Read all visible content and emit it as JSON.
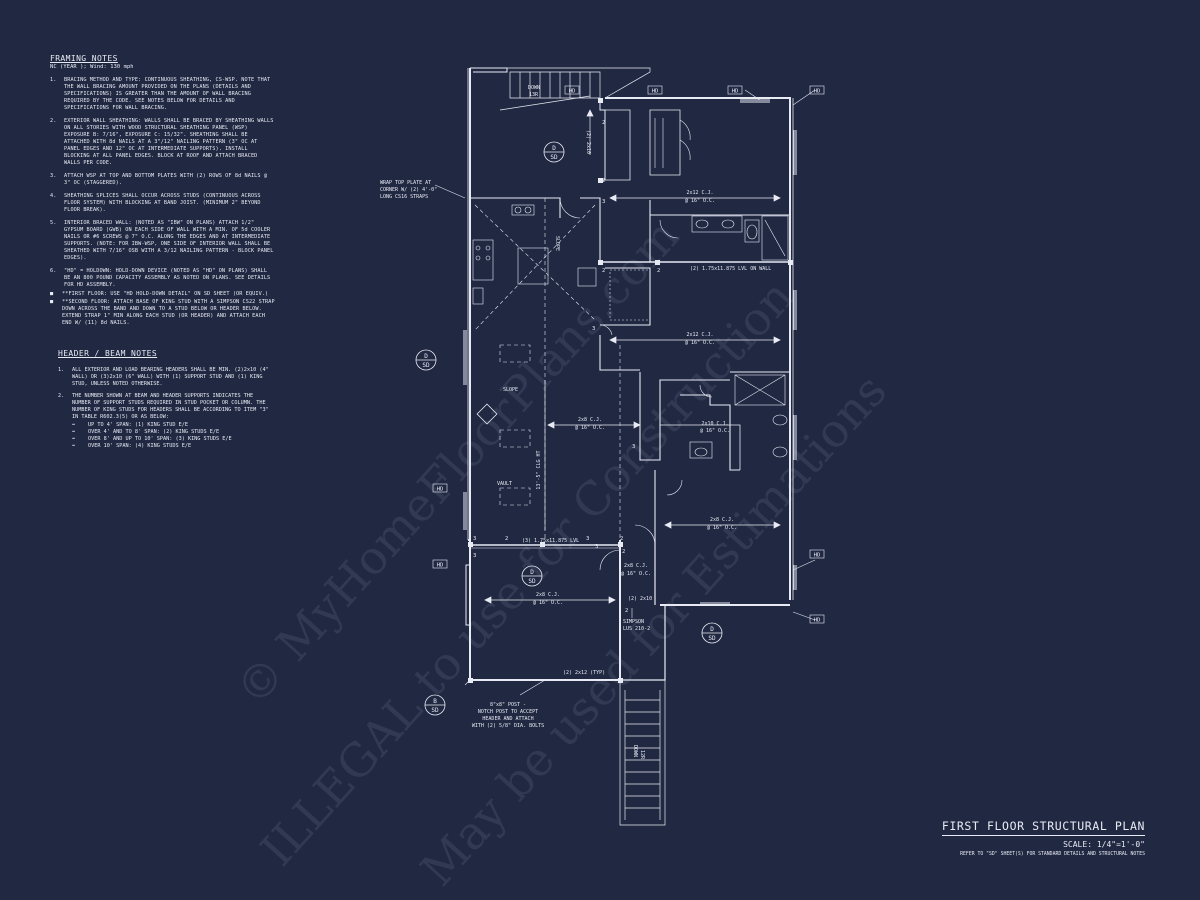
{
  "framing_notes": {
    "title": "FRAMING NOTES",
    "subtitle": "NC (YEAR ); Wind: 130 mph",
    "items": [
      {
        "num": "1.",
        "text": "BRACING METHOD AND TYPE: CONTINUOUS SHEATHING, CS-WSP. NOTE THAT THE WALL BRACING AMOUNT PROVIDED ON THE PLANS (DETAILS AND SPECIFICATIONS) IS GREATER THAN THE AMOUNT OF WALL BRACING REQUIRED BY THE CODE. SEE NOTES BELOW FOR DETAILS AND SPECIFICATIONS FOR WALL BRACING."
      },
      {
        "num": "2.",
        "text": "EXTERIOR WALL SHEATHING: WALLS SHALL BE BRACED BY SHEATHING WALLS ON ALL STORIES WITH WOOD STRUCTURAL SHEATHING PANEL (WSP) EXPOSURE B: 7/16\", EXPOSURE C: 15/32\". SHEATHING SHALL BE ATTACHED WITH 8d NAILS AT A 3\"/12\" NAILING PATTERN (3\" OC AT PANEL EDGES AND 12\" OC AT INTERMEDIATE SUPPORTS). INSTALL BLOCKING AT ALL PANEL EDGES. BLOCK AT ROOF AND ATTACH BRACED WALLS PER CODE."
      },
      {
        "num": "3.",
        "text": "ATTACH WSP AT TOP AND BOTTOM PLATES WITH (2) ROWS OF 8d NAILS @ 3\" OC (STAGGERED)."
      },
      {
        "num": "4.",
        "text": "SHEATHING SPLICES SHALL OCCUR ACROSS STUDS (CONTINUOUS ACROSS FLOOR SYSTEM) WITH BLOCKING AT BAND JOIST. (MINIMUM 2\" BEYOND FLOOR BREAK)."
      },
      {
        "num": "5.",
        "text": "INTERIOR BRACED WALL: (NOTED AS \"IBW\" ON PLANS) ATTACH 1/2\" GYPSUM BOARD (GWB) ON EACH SIDE OF WALL WITH A MIN. OF 5d COOLER NAILS OR #6 SCREWS @ 7\" O.C. ALONG THE EDGES AND AT INTERMEDIATE SUPPORTS. (NOTE: FOR IBW-WSP, ONE SIDE OF INTERIOR WALL SHALL BE SHEATHED WITH 7/16\" OSB WITH A 3/12 NAILING PATTERN - BLOCK PANEL EDGES)."
      },
      {
        "num": "6.",
        "text": "\"HD\" = HOLDOWN: HOLD-DOWN DEVICE (NOTED AS \"HD\" ON PLANS) SHALL BE AN 800 POUND CAPACITY ASSEMBLY AS NOTED ON PLANS. SEE DETAILS FOR HD ASSEMBLY."
      }
    ],
    "bullets": [
      "**FIRST FLOOR: USE \"HD HOLD-DOWN DETAIL\" ON SD SHEET (OR EQUIV.)",
      "**SECOND FLOOR: ATTACH BASE OF KING STUD WITH A SIMPSON CS22 STRAP DOWN ACROSS THE BAND AND DOWN TO A STUD BELOW OR HEADER BELOW. EXTEND STRAP 1\" MIN ALONG EACH STUD (OR HEADER) AND ATTACH EACH END W/ (11) 8d NAILS."
    ]
  },
  "header_notes": {
    "title": "HEADER / BEAM NOTES",
    "items": [
      {
        "num": "1.",
        "text": "ALL EXTERIOR AND LOAD BEARING HEADERS SHALL BE MIN. (2)2x10 (4\" WALL) OR (3)2x10 (6\" WALL) WITH (1) SUPPORT STUD AND (1) KING STUD, UNLESS NOTED OTHERWISE."
      },
      {
        "num": "2.",
        "text": "THE NUMBER SHOWN AT BEAM AND HEADER SUPPORTS INDICATES THE NUMBER OF SUPPORT STUDS REQUIRED IN STUD POCKET OR COLUMN. THE NUMBER OF KING STUDS FOR HEADERS SHALL BE ACCORDING TO ITEM \"3\" IN TABLE R602.3(5) OR AS BELOW:"
      }
    ],
    "spans": [
      "UP TO 4' SPAN: (1) KING STUD E/E",
      "OVER 4' AND TO 8' SPAN: (2) KING STUDS E/E",
      "OVER 8' AND UP TO 10' SPAN: (3) KING STUDS E/E",
      "OVER 10' SPAN: (4) KING STUDS E/E"
    ]
  },
  "plan": {
    "joists": {
      "j1": "2x12 C.J.",
      "j1_oc": "@ 16\" O.C.",
      "j2": "2x12 C.J.",
      "j2_oc": "@ 16\" O.C.",
      "j3": "2x8 C.J.",
      "j3_oc": "@ 16\" O.C.",
      "j4": "2x10 C.J.",
      "j4_oc": "@ 16\" O.C.",
      "j5": "2x8 C.J.",
      "j5_oc": "@ 16\" O.C.",
      "j6": "2x8 C.J.",
      "j6_oc": "@ 16\" O.C.",
      "j7": "2x8 C.J.",
      "j7_oc": "@ 16\" O.C."
    },
    "beams": {
      "lvl_top": "(2) 1.75x11.875 LVL ON WALL",
      "lvl_mid": "(3) 1.75x11.875 LVL",
      "hdr_2x10_top": "(2) 2x10",
      "hdr_2x10_bottom": "(2) 2x10",
      "hdr_2x12": "(2) 2x12 (TYP)"
    },
    "labels": {
      "down_top": "DOWN",
      "down_top_count": "13R",
      "down_bottom": "DOWN",
      "down_bottom_count": "12R",
      "slope_1": "SLOPE",
      "slope_2": "SLOPE",
      "vault": "VAULT",
      "dim_vertical": "13'-5\" CLG HT",
      "wrap_note_1": "WRAP TOP PLATE AT",
      "wrap_note_2": "CORNER W/ (2) 4'-0\"",
      "wrap_note_3": "LONG CS16 STRAPS",
      "post_note_1": "8\"x8\" POST -",
      "post_note_2": "NOTCH POST TO ACCEPT",
      "post_note_3": "HEADER AND ATTACH",
      "post_note_4": "WITH (2) 5/8\" DIA. BOLTS",
      "simpson_1": "SIMPSON",
      "simpson_2": "LUS 210-2",
      "hd": "HD",
      "sd": "SD",
      "callout_d": "D",
      "callout_b": "B"
    },
    "stud_counts": [
      "2",
      "2",
      "3",
      "2",
      "2",
      "3",
      "3",
      "3",
      "2",
      "3",
      "2",
      "2",
      "3",
      "2",
      "3"
    ]
  },
  "title_block": {
    "title": "FIRST FLOOR STRUCTURAL PLAN",
    "scale": "SCALE: 1/4\"=1'-0\"",
    "ref": "REFER TO \"SD\" SHEET(S) FOR STANDARD DETAILS AND STRUCTURAL NOTES"
  },
  "watermark": {
    "line1": "© MyHomeFloorPlans.com",
    "line2": "ILLEGAL to use for Construction",
    "line3": "May be used for Estimations"
  },
  "colors": {
    "background": "#212842",
    "ink": "#e8ebf4"
  }
}
